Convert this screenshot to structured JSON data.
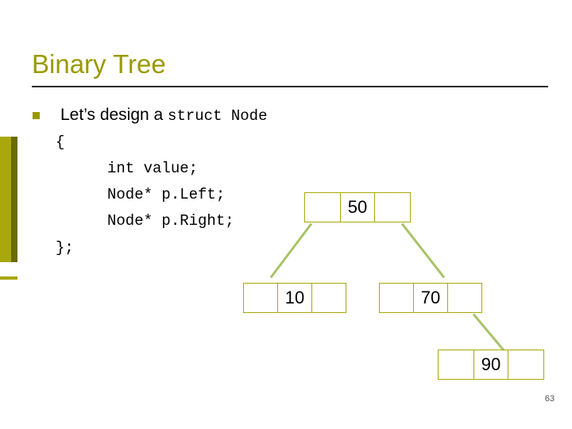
{
  "slide": {
    "title": "Binary Tree",
    "page_number": "63",
    "bullet": {
      "marker": "square-bullet",
      "text_sans": "Let’s design a ",
      "text_mono": "struct Node"
    },
    "code_lines": [
      "{",
      "int value;",
      "Node* p.Left;",
      "Node* p.Right;",
      "};"
    ],
    "tree": {
      "nodes": [
        {
          "value": "50",
          "name": "tree-node-50"
        },
        {
          "value": "10",
          "name": "tree-node-10"
        },
        {
          "value": "70",
          "name": "tree-node-70"
        },
        {
          "value": "90",
          "name": "tree-node-90"
        }
      ],
      "edges": [
        {
          "from": "50",
          "to": "10"
        },
        {
          "from": "50",
          "to": "70"
        },
        {
          "from": "70",
          "to": "90"
        }
      ]
    },
    "colors": {
      "title": "#9a9a00",
      "accent_bar": "#a8a80c",
      "accent_bar_dark": "#6b6b00",
      "node_border": "#a8a80c",
      "edge": "#a8c36a",
      "rule": "#2b2b2b"
    }
  }
}
